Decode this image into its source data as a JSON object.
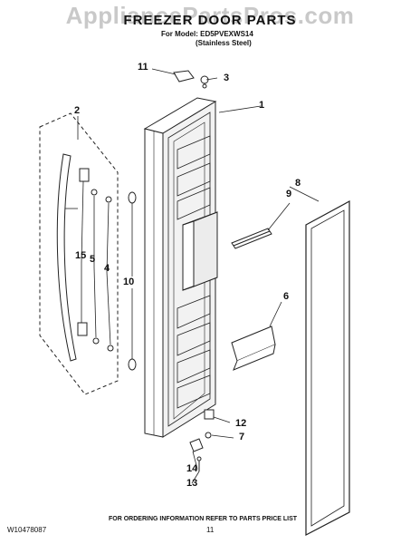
{
  "watermark": "AppliancePartsPros.com",
  "header": {
    "title": "FREEZER DOOR PARTS",
    "model": "For Model: ED5PVEXWS14",
    "finish": "(Stainless Steel)"
  },
  "callouts": {
    "c1": "1",
    "c2": "2",
    "c3": "3",
    "c4": "4",
    "c5": "5",
    "c6": "6",
    "c7": "7",
    "c8": "8",
    "c9": "9",
    "c10": "10",
    "c11": "11",
    "c12": "12",
    "c13": "13",
    "c14": "14",
    "c15": "15"
  },
  "footer": {
    "doc_id": "W10478087",
    "ordering_note": "FOR ORDERING INFORMATION REFER TO PARTS PRICE LIST",
    "page": "11"
  }
}
